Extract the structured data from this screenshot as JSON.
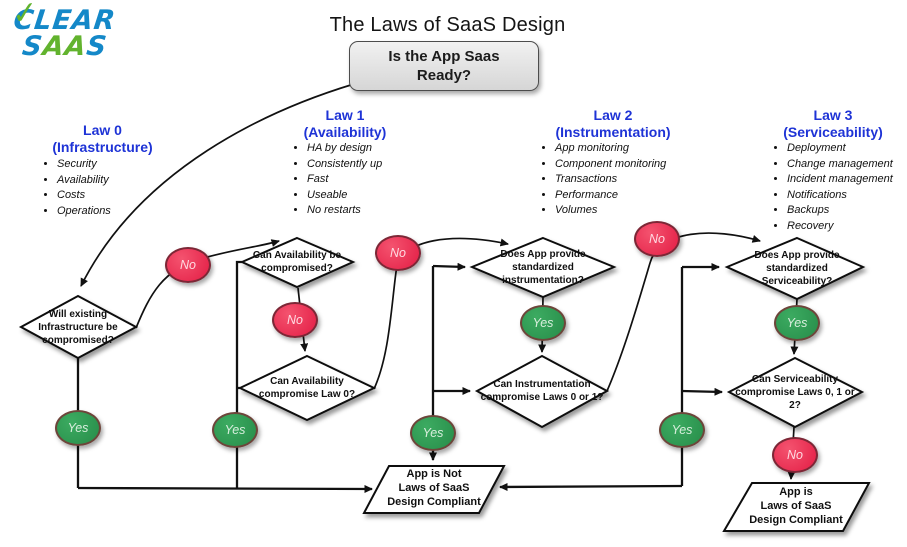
{
  "title": "The Laws of SaaS Design",
  "logo": {
    "line1": "CLEAR",
    "line2_start": "S",
    "line2_mid": "AA",
    "line2_end": "S",
    "check": "✓"
  },
  "start": {
    "question": "Is the App Saas Ready?"
  },
  "laws": [
    {
      "title": "Law 0",
      "subtitle": "(Infrastructure)",
      "bullets": [
        "Security",
        "Availability",
        "Costs",
        "Operations"
      ]
    },
    {
      "title": "Law 1",
      "subtitle": "(Availability)",
      "bullets": [
        "HA by design",
        "Consistently up",
        "Fast",
        "Useable",
        "No restarts"
      ]
    },
    {
      "title": "Law 2",
      "subtitle": "(Instrumentation)",
      "bullets": [
        "App monitoring",
        "Component monitoring",
        "Transactions",
        "Performance",
        "Volumes"
      ]
    },
    {
      "title": "Law 3",
      "subtitle": "(Serviceability)",
      "bullets": [
        "Deployment",
        "Change management",
        "Incident management",
        "Notifications",
        "Backups",
        "Recovery"
      ]
    }
  ],
  "decisions": {
    "infrastructure": "Will existing Infrastructure be compromised?",
    "availability_compromised": "Can Availability be compromised?",
    "availability_law0": "Can Availability compromise Law 0?",
    "instrumentation_provide": "Does App provide standardized instrumentation?",
    "instrumentation_laws": "Can Instrumentation compromise Laws 0 or 1?",
    "serviceability_provide": "Does App provide standardized Serviceability?",
    "serviceability_laws": "Can Serviceability compromise Laws 0, 1 or 2?"
  },
  "labels": {
    "yes": "Yes",
    "no": "No"
  },
  "results": {
    "not_compliant": {
      "line1": "App is Not",
      "line2": "Laws of SaaS",
      "line3": "Design Compliant"
    },
    "compliant": {
      "line1": "App is",
      "line2": "Laws of SaaS",
      "line3": "Design Compliant"
    }
  },
  "colors": {
    "heading_blue": "#1e33d6",
    "yes_green": "#2f9c55",
    "no_red": "#e92349",
    "logo_blue": "#1488c8",
    "logo_green": "#62b32e"
  }
}
